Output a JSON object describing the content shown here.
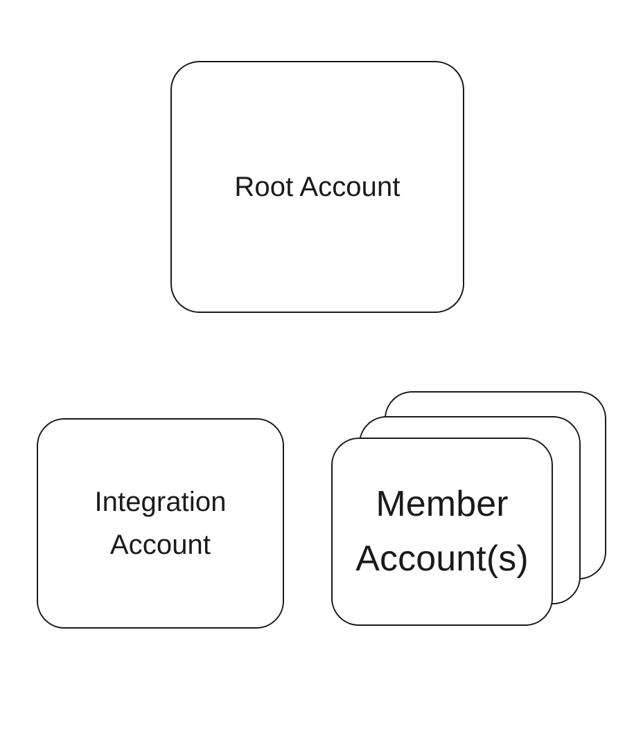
{
  "diagram": {
    "type": "block-diagram",
    "background_color": "#ffffff",
    "stroke_color": "#1a1a1a",
    "text_color": "#1a1a1a",
    "nodes": [
      {
        "id": "root-account",
        "label": "Root Account",
        "shape": "rounded-rectangle",
        "stacked": false,
        "stack_count": 1
      },
      {
        "id": "integration-account",
        "label": "Integration\nAccount",
        "shape": "rounded-rectangle",
        "stacked": false,
        "stack_count": 1
      },
      {
        "id": "member-accounts",
        "label": "Member\nAccount(s)",
        "shape": "rounded-rectangle-stack",
        "stacked": true,
        "stack_count": 3
      }
    ],
    "connectors": []
  }
}
